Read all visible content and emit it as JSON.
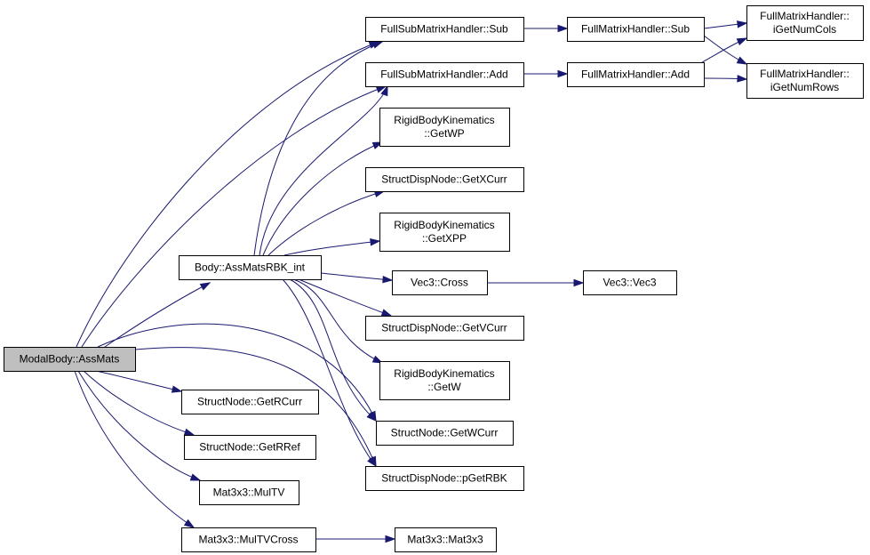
{
  "colors": {
    "edge": "#191970",
    "root_fill": "#bfbfbf",
    "node_fill": "#ffffff",
    "border": "#000000"
  },
  "nodes": {
    "modalbody_assmats": {
      "lines": [
        "ModalBody::AssMats"
      ],
      "root": true
    },
    "body_assmatsrbk": {
      "lines": [
        "Body::AssMatsRBK_int"
      ]
    },
    "fsmh_sub": {
      "lines": [
        "FullSubMatrixHandler::Sub"
      ]
    },
    "fsmh_add": {
      "lines": [
        "FullSubMatrixHandler::Add"
      ]
    },
    "fmh_sub": {
      "lines": [
        "FullMatrixHandler::Sub"
      ]
    },
    "fmh_add": {
      "lines": [
        "FullMatrixHandler::Add"
      ]
    },
    "fmh_numcols": {
      "lines": [
        "FullMatrixHandler::",
        "iGetNumCols"
      ]
    },
    "fmh_numrows": {
      "lines": [
        "FullMatrixHandler::",
        "iGetNumRows"
      ]
    },
    "rbk_getwp": {
      "lines": [
        "RigidBodyKinematics",
        "::GetWP"
      ]
    },
    "sdn_getxcurr": {
      "lines": [
        "StructDispNode::GetXCurr"
      ]
    },
    "rbk_getxpp": {
      "lines": [
        "RigidBodyKinematics",
        "::GetXPP"
      ]
    },
    "vec3_cross": {
      "lines": [
        "Vec3::Cross"
      ]
    },
    "vec3_vec3": {
      "lines": [
        "Vec3::Vec3"
      ]
    },
    "sdn_getvcurr": {
      "lines": [
        "StructDispNode::GetVCurr"
      ]
    },
    "rbk_getw": {
      "lines": [
        "RigidBodyKinematics",
        "::GetW"
      ]
    },
    "sn_getwcurr": {
      "lines": [
        "StructNode::GetWCurr"
      ]
    },
    "sdn_pgetrbk": {
      "lines": [
        "StructDispNode::pGetRBK"
      ]
    },
    "sn_getrcurr": {
      "lines": [
        "StructNode::GetRCurr"
      ]
    },
    "sn_getrref": {
      "lines": [
        "StructNode::GetRRef"
      ]
    },
    "mat3x3_multv": {
      "lines": [
        "Mat3x3::MulTV"
      ]
    },
    "mat3x3_multvcross": {
      "lines": [
        "Mat3x3::MulTVCross"
      ]
    },
    "mat3x3_mat3x3": {
      "lines": [
        "Mat3x3::Mat3x3"
      ]
    }
  },
  "edges": [
    {
      "from": "modalbody_assmats",
      "to": "body_assmatsrbk"
    },
    {
      "from": "modalbody_assmats",
      "to": "fsmh_sub"
    },
    {
      "from": "modalbody_assmats",
      "to": "fsmh_add"
    },
    {
      "from": "modalbody_assmats",
      "to": "sn_getwcurr"
    },
    {
      "from": "modalbody_assmats",
      "to": "sdn_pgetrbk"
    },
    {
      "from": "modalbody_assmats",
      "to": "sn_getrcurr"
    },
    {
      "from": "modalbody_assmats",
      "to": "sn_getrref"
    },
    {
      "from": "modalbody_assmats",
      "to": "mat3x3_multv"
    },
    {
      "from": "modalbody_assmats",
      "to": "mat3x3_multvcross"
    },
    {
      "from": "body_assmatsrbk",
      "to": "fsmh_sub"
    },
    {
      "from": "body_assmatsrbk",
      "to": "fsmh_add"
    },
    {
      "from": "body_assmatsrbk",
      "to": "rbk_getwp"
    },
    {
      "from": "body_assmatsrbk",
      "to": "sdn_getxcurr"
    },
    {
      "from": "body_assmatsrbk",
      "to": "rbk_getxpp"
    },
    {
      "from": "body_assmatsrbk",
      "to": "vec3_cross"
    },
    {
      "from": "body_assmatsrbk",
      "to": "sdn_getvcurr"
    },
    {
      "from": "body_assmatsrbk",
      "to": "rbk_getw"
    },
    {
      "from": "body_assmatsrbk",
      "to": "sn_getwcurr"
    },
    {
      "from": "body_assmatsrbk",
      "to": "sdn_pgetrbk"
    },
    {
      "from": "fsmh_sub",
      "to": "fmh_sub"
    },
    {
      "from": "fsmh_add",
      "to": "fmh_add"
    },
    {
      "from": "fmh_sub",
      "to": "fmh_numcols"
    },
    {
      "from": "fmh_sub",
      "to": "fmh_numrows"
    },
    {
      "from": "fmh_add",
      "to": "fmh_numcols"
    },
    {
      "from": "fmh_add",
      "to": "fmh_numrows"
    },
    {
      "from": "vec3_cross",
      "to": "vec3_vec3"
    },
    {
      "from": "mat3x3_multvcross",
      "to": "mat3x3_mat3x3"
    }
  ]
}
